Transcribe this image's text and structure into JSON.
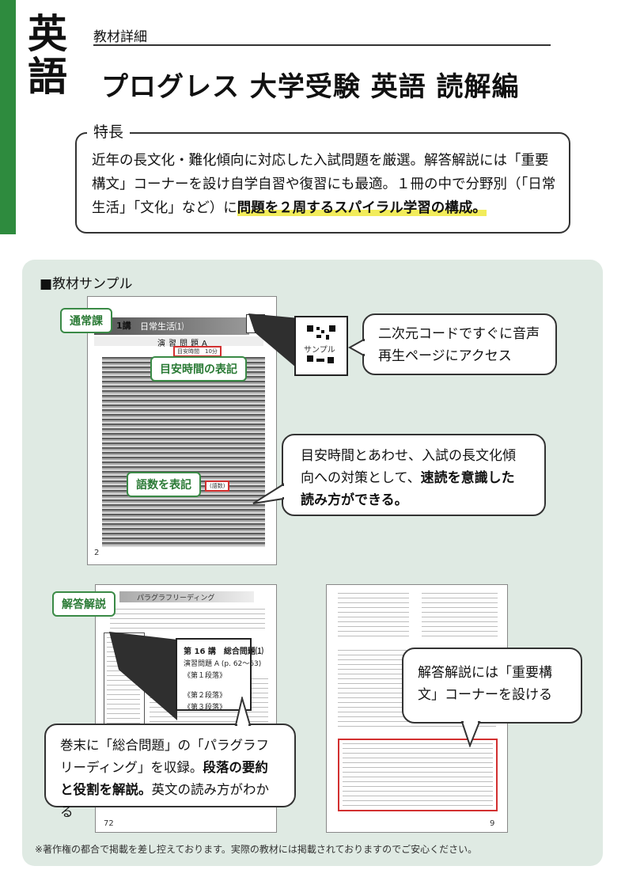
{
  "header": {
    "subject": "英語",
    "category": "教材詳細",
    "title": "プログレス 大学受験 英語 読解編"
  },
  "feature": {
    "label": "特長",
    "text_plain": "近年の長文化・難化傾向に対応した入試問題を厳選。解答解説には「重要構文」コーナーを設け自学自習や復習にも最適。１冊の中で分野別（「日常生活」「文化」など）に",
    "text_highlight": "問題を２周するスパイラル学習の構成。"
  },
  "sample": {
    "label": "■教材サンプル",
    "tags": {
      "regular": "通常課",
      "answer": "解答解説",
      "time": "目安時間の表記",
      "words": "語数を表記"
    },
    "bubbles": {
      "qr": "二次元コードですぐに音声再生ページにアクセス",
      "reading_plain": "目安時間とあわせ、入試の長文化傾向への対策として、",
      "reading_bold": "速読を意識した読み方ができる。",
      "syntax": "解答解説には「重要構文」コーナーを設ける",
      "summary_a": "巻末に「総合問題」の「パラグラフリーディング」を収録。",
      "summary_bold": "段落の要約と役割を解説。",
      "summary_b": "英文の読み方がわかる"
    },
    "page1": {
      "lesson": "1講",
      "section": "日常生活⑴",
      "exercise": "演習問題A",
      "time": "目安時間　10分",
      "words": "(語数)",
      "page_no": "2"
    },
    "page2": {
      "heading": "パラグラフリーディング",
      "zoom_title": "第 16 講　総合問題⑴",
      "zoom_items": [
        "演習問題 A (p. 62〜63)",
        "《第１段落》",
        "《第２段落》",
        "《第３段落》"
      ],
      "page_no": "72"
    },
    "page3": {
      "qr_label": "サンプル",
      "page_no": "9"
    }
  },
  "footer_note": "※著作権の都合で掲載を差し控えております。実際の教材には掲載されておりますのでご安心ください。"
}
